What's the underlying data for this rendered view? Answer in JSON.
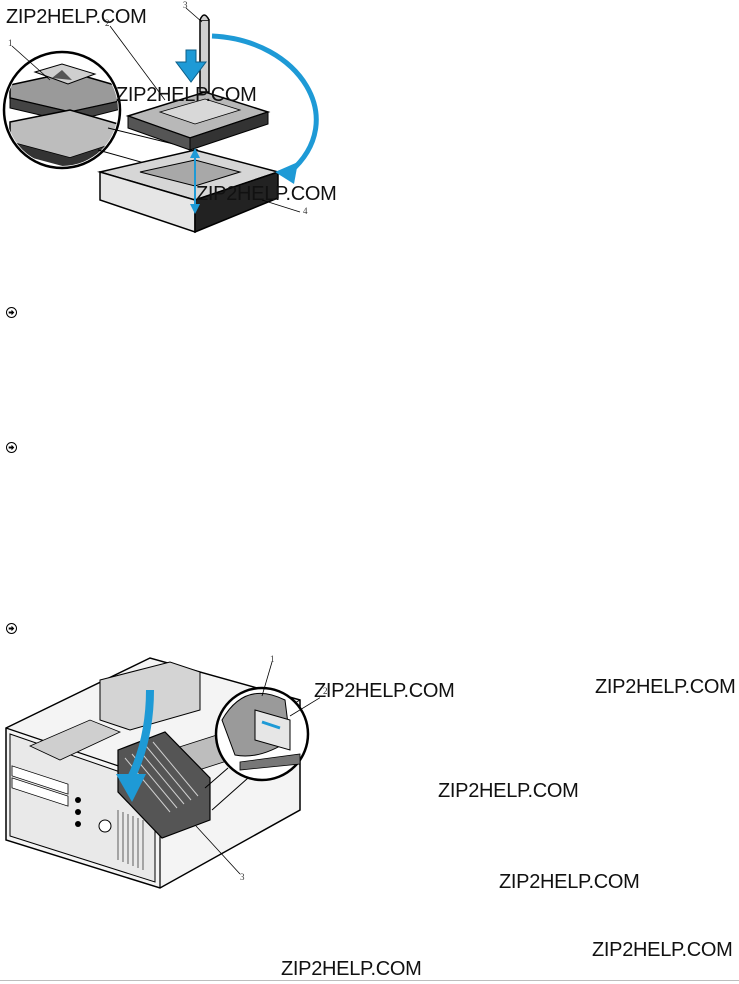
{
  "watermark": {
    "text": "ZIP2HELP.COM"
  },
  "figure1": {
    "callouts": [
      "1",
      "2",
      "3",
      "4"
    ],
    "icons": [
      "processor-icon",
      "socket-icon",
      "release-lever-icon",
      "pin-alignment-icon"
    ],
    "accent": "#1e9ad6"
  },
  "notices": [
    {
      "icon": "notice-arrow-icon"
    },
    {
      "icon": "notice-arrow-icon"
    },
    {
      "icon": "notice-arrow-icon"
    }
  ],
  "figure2": {
    "callouts": [
      "1",
      "2",
      "3"
    ],
    "icons": [
      "computer-chassis-icon",
      "heat-sink-icon",
      "shroud-arrow-icon"
    ],
    "accent": "#1e9ad6"
  },
  "colors": {
    "accent": "#1e9ad6",
    "divider": "#bdbdbd"
  }
}
